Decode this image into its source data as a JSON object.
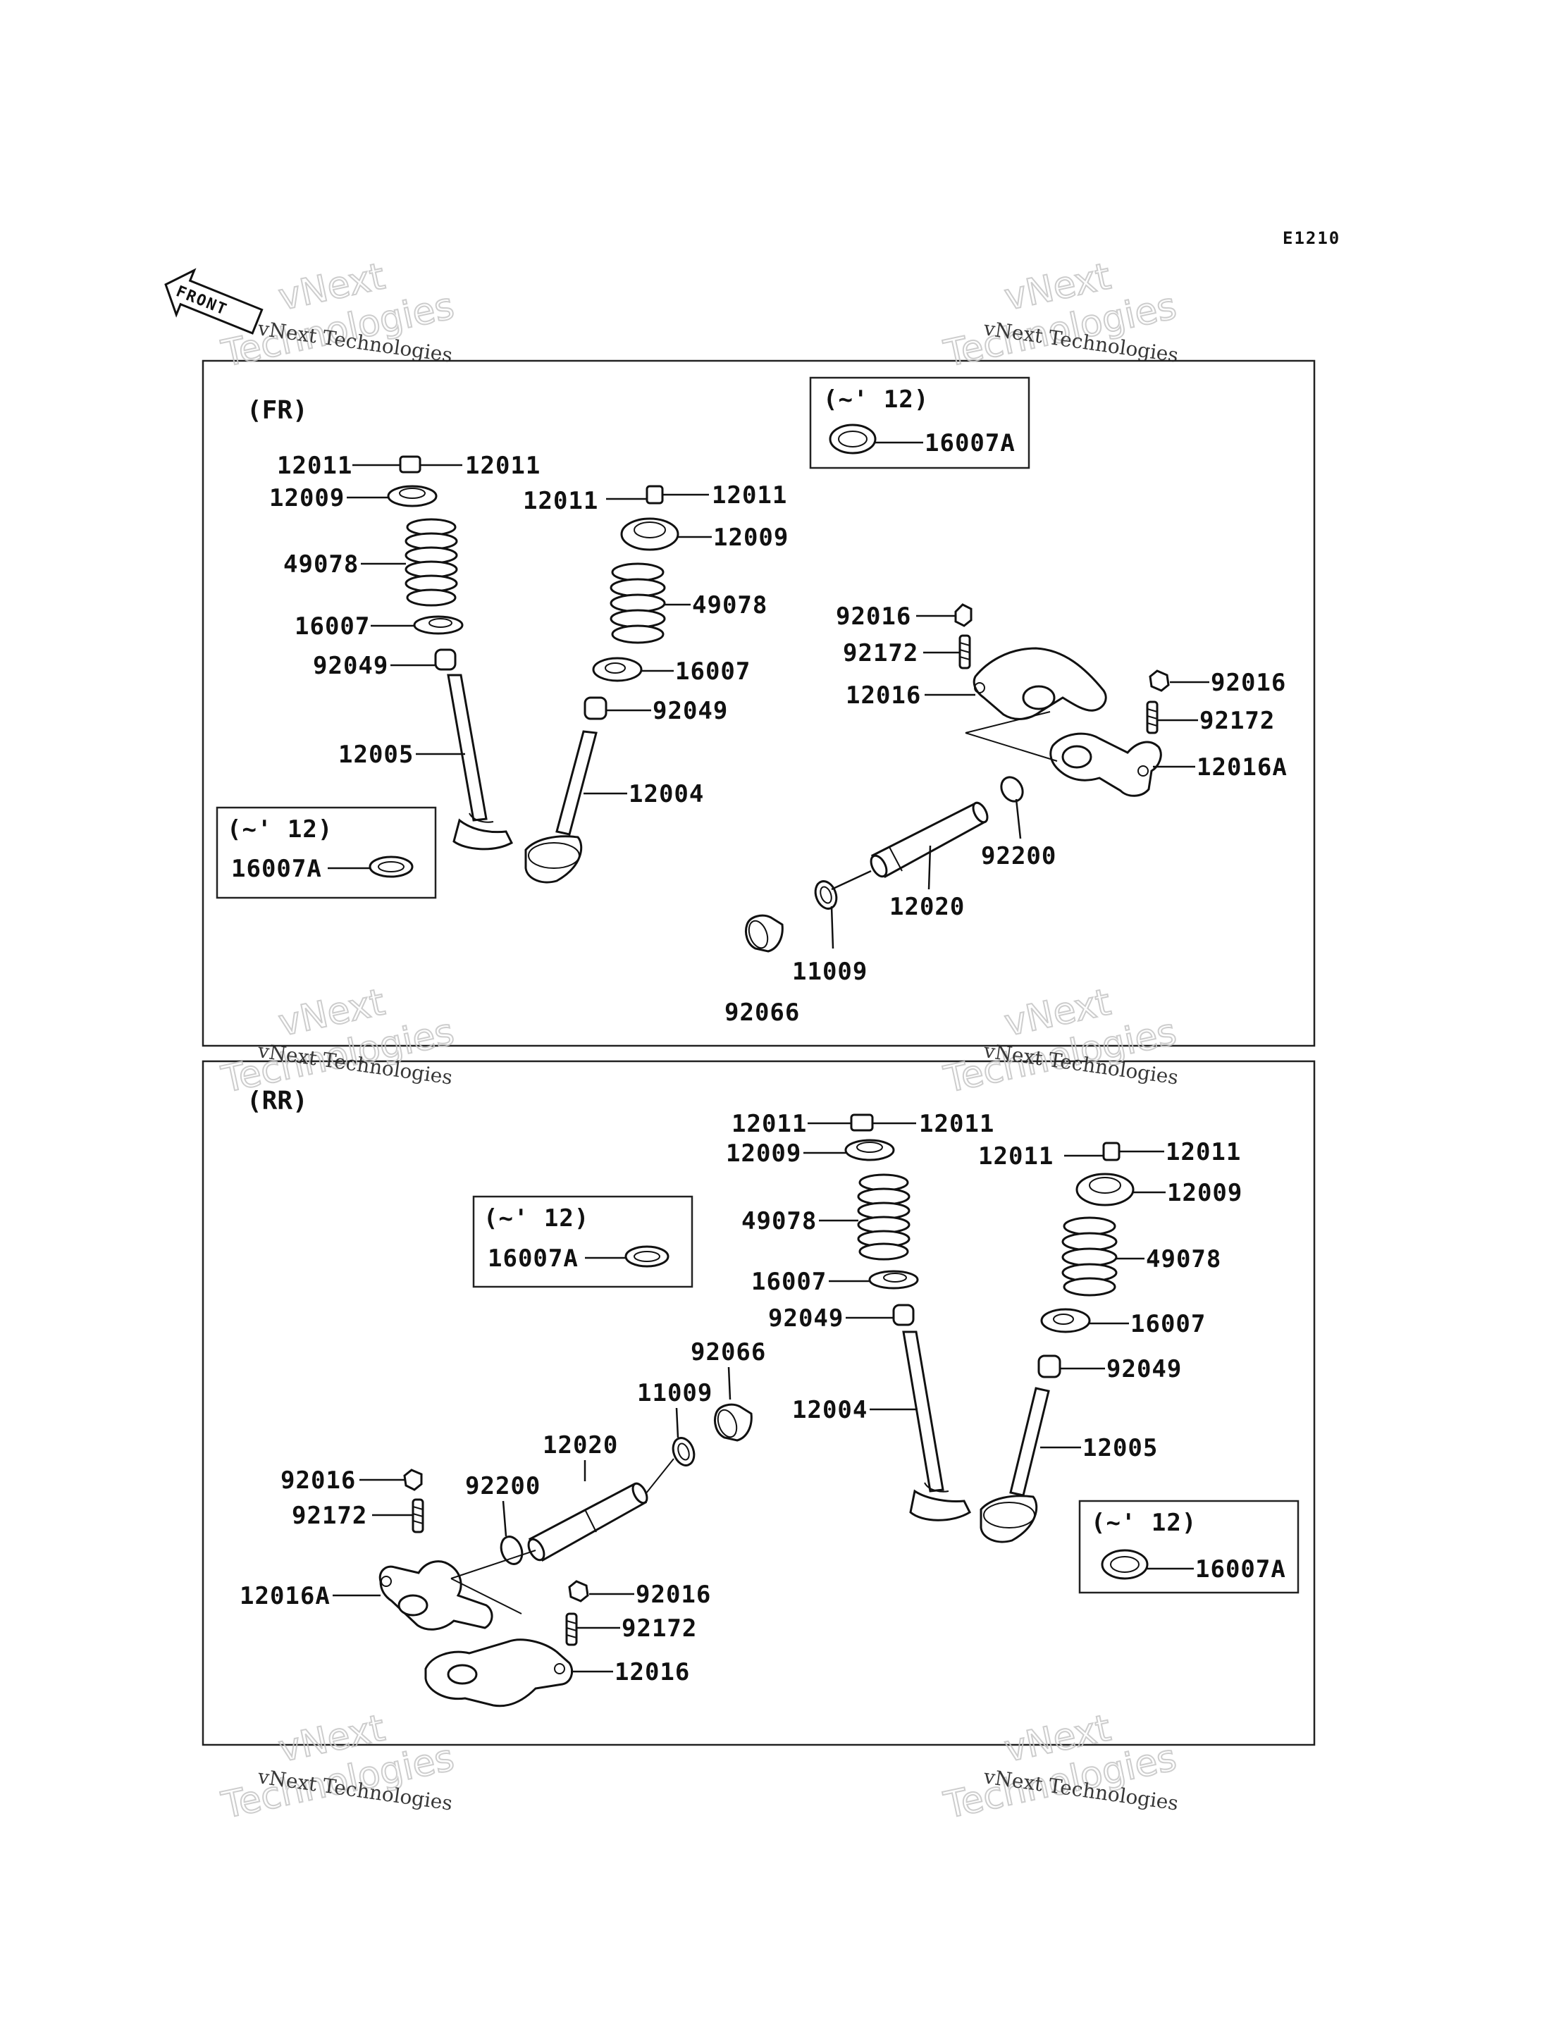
{
  "diagram_code": "E1210",
  "front_label": "FRONT",
  "watermark": {
    "line1": "vNext Technologies",
    "line2a": "vNext",
    "line2b": "Technologies"
  },
  "sections": {
    "fr": {
      "title": "(FR)",
      "inset_title": "(~' 12)",
      "callouts": {
        "c12011_l": "12011",
        "c12011_r": "12011",
        "c12009_l": "12009",
        "c49078_l": "49078",
        "c16007_l": "16007",
        "c92049_l": "92049",
        "c12005": "12005",
        "c12011_l2": "12011",
        "c12011_r2": "12011",
        "c12009_r": "12009",
        "c49078_r": "49078",
        "c16007_r": "16007",
        "c92049_r": "92049",
        "c12004": "12004",
        "c92016_a": "92016",
        "c92172_a": "92172",
        "c12016": "12016",
        "c92016_b": "92016",
        "c92172_b": "92172",
        "c12016A": "12016A",
        "c92200": "92200",
        "c12020": "12020",
        "c11009": "11009",
        "c92066": "92066",
        "c16007A_top": "16007A",
        "c16007A_left": "16007A"
      }
    },
    "rr": {
      "title": "(RR)",
      "inset_title": "(~' 12)",
      "callouts": {
        "c12011_l": "12011",
        "c12011_r": "12011",
        "c12009_l": "12009",
        "c49078_l": "49078",
        "c16007_l": "16007",
        "c92049_l": "92049",
        "c12004": "12004",
        "c12011_l2": "12011",
        "c12011_r2": "12011",
        "c12009_r": "12009",
        "c49078_r": "49078",
        "c16007_r": "16007",
        "c92049_r": "92049",
        "c12005": "12005",
        "c92066": "92066",
        "c11009": "11009",
        "c12020": "12020",
        "c92200": "92200",
        "c92016_a": "92016",
        "c92172_a": "92172",
        "c12016A": "12016A",
        "c92016_b": "92016",
        "c92172_b": "92172",
        "c12016": "12016",
        "c16007A_mid": "16007A",
        "c16007A_right": "16007A"
      }
    }
  }
}
